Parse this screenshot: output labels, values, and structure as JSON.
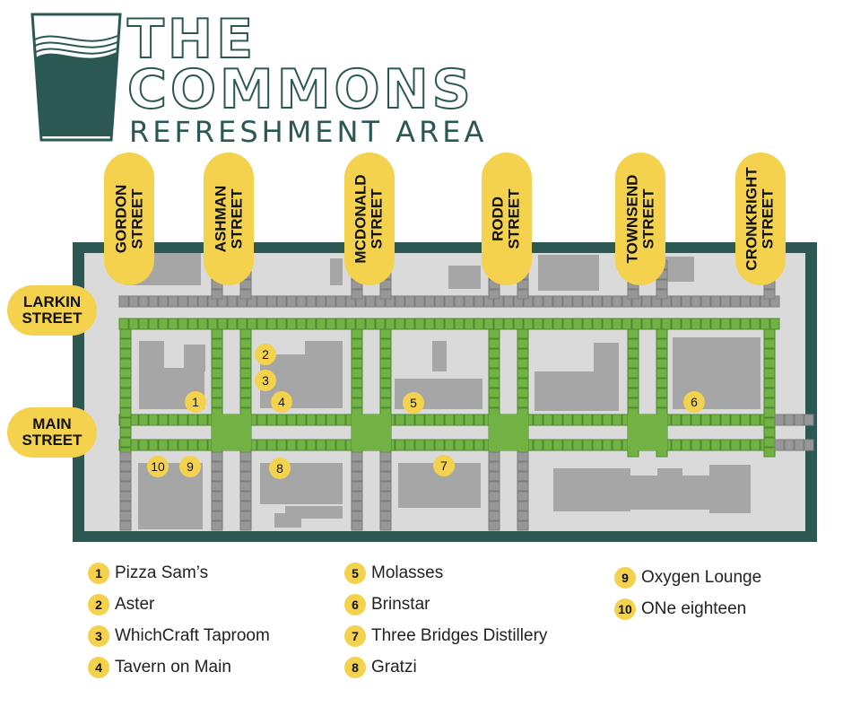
{
  "logo": {
    "line1": "THE",
    "line2": "COMMONS",
    "subtitle": "REFRESHMENT AREA",
    "icon": "glass-icon"
  },
  "streets": {
    "vertical": [
      {
        "id": "gordon",
        "label": "GORDON\nSTREET"
      },
      {
        "id": "ashman",
        "label": "ASHMAN\nSTREET"
      },
      {
        "id": "mcdonald",
        "label": "MCDONALD\nSTREET"
      },
      {
        "id": "rodd",
        "label": "RODD\nSTREET"
      },
      {
        "id": "townsend",
        "label": "TOWNSEND\nSTREET"
      },
      {
        "id": "cronkright",
        "label": "CRONKRIGHT\nSTREET"
      }
    ],
    "horizontal": [
      {
        "id": "larkin",
        "label": "LARKIN\nSTREET"
      },
      {
        "id": "main",
        "label": "MAIN\nSTREET"
      }
    ]
  },
  "map_markers": [
    "1",
    "2",
    "3",
    "4",
    "5",
    "6",
    "7",
    "8",
    "10",
    "9"
  ],
  "legend": [
    {
      "num": "1",
      "name": "Pizza Sam’s"
    },
    {
      "num": "2",
      "name": "Aster"
    },
    {
      "num": "3",
      "name": "WhichCraft Taproom"
    },
    {
      "num": "4",
      "name": "Tavern on Main"
    },
    {
      "num": "5",
      "name": "Molasses"
    },
    {
      "num": "6",
      "name": "Brinstar"
    },
    {
      "num": "7",
      "name": "Three Bridges Distillery"
    },
    {
      "num": "8",
      "name": "Gratzi"
    },
    {
      "num": "9",
      "name": "Oxygen Lounge"
    },
    {
      "num": "10",
      "name": "ONe eighteen"
    }
  ],
  "colors": {
    "frame": "#2b5853",
    "ground": "#dadada",
    "building": "#a6a6a6",
    "path_area": "#72b245",
    "road_tile": "#979797",
    "marker": "#f4d24e",
    "brand": "#2b5853"
  }
}
